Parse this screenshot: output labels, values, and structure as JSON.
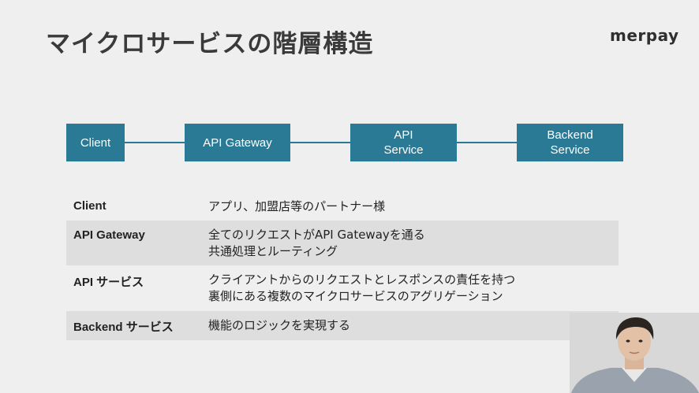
{
  "slide": {
    "title": "マイクロサービスの階層構造",
    "logo": "merpay",
    "boxes": [
      "Client",
      "API Gateway",
      "API\nService",
      "Backend\nService"
    ],
    "table": [
      {
        "key": "Client",
        "value": "アプリ、加盟店等のパートナー様"
      },
      {
        "key": "API Gateway",
        "value": "全てのリクエストがAPI Gatewayを通る\n共通処理とルーティング"
      },
      {
        "key": "API サービス",
        "value": "クライアントからのリクエストとレスポンスの責任を持つ\n裏側にある複数のマイクロサービスのアグリゲーション"
      },
      {
        "key": "Backend サービス",
        "value": "機能のロジックを実現する"
      }
    ]
  },
  "colors": {
    "accent": "#2a7a95",
    "background": "#efefef",
    "row_shade": "#dedede"
  }
}
